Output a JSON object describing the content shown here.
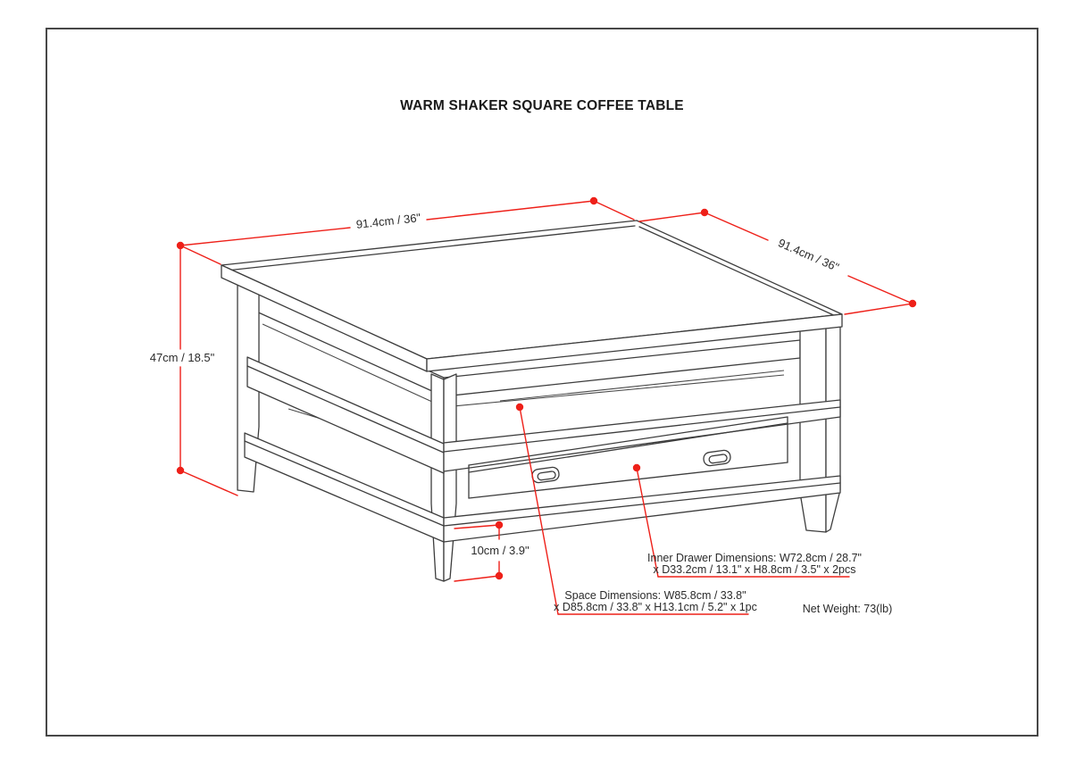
{
  "page": {
    "title": "WARM SHAKER SQUARE COFFEE TABLE"
  },
  "colors": {
    "dimension_red": "#ee2019",
    "drawing_line": "#3d3d3d",
    "page_border": "#474747",
    "text": "#2b2b2b",
    "background": "#ffffff"
  },
  "dimensions": {
    "top_edge_left": "91.4cm / 36\"",
    "top_edge_right": "91.4cm / 36\"",
    "height": "47cm / 18.5\"",
    "bottom_clearance": "10cm / 3.9\""
  },
  "annotations": {
    "inner_drawer": {
      "line1": "Inner Drawer Dimensions: W72.8cm / 28.7\"",
      "line2": "x D33.2cm / 13.1\" x H8.8cm / 3.5\" x 2pcs"
    },
    "space": {
      "line1": "Space Dimensions: W85.8cm / 33.8\"",
      "line2": "x D85.8cm / 33.8\" x H13.1cm / 5.2\" x 1pc"
    },
    "net_weight": "Net Weight: 73(lb)"
  }
}
